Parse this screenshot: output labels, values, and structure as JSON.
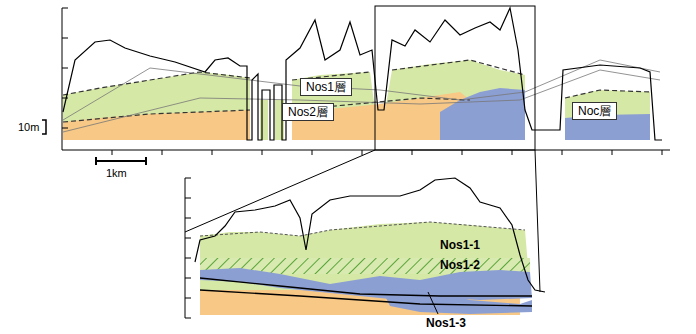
{
  "diagram": {
    "nodes": [
      {
        "text": [
          "Nos1層"
        ]
      },
      {
        "text": [
          "Nos2層"
        ]
      },
      {
        "text": [
          "Noc層"
        ]
      }
    ],
    "labels": [
      "10m",
      "1km",
      "Nos1-1",
      "Nos1-2",
      "Nos1-3"
    ]
  }
}
